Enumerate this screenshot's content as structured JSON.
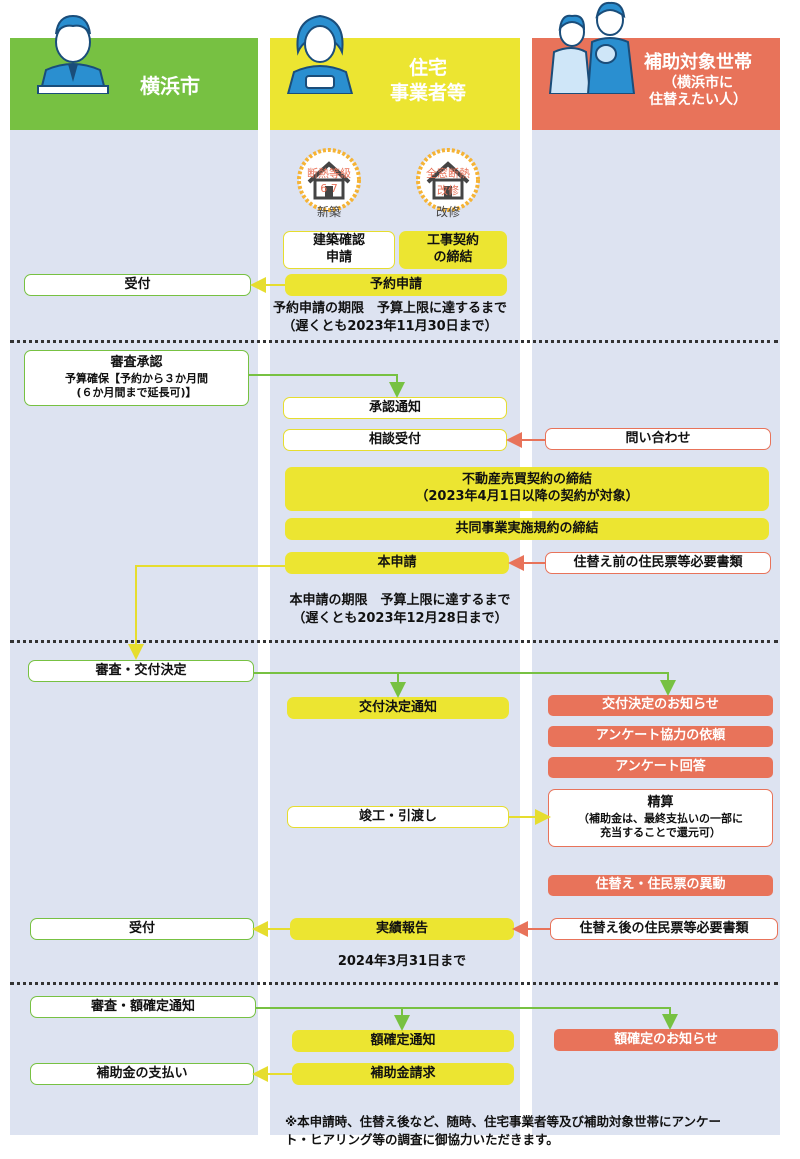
{
  "headers": {
    "city": "横浜市",
    "builder_line1": "住宅",
    "builder_line2": "事業者等",
    "household_line1": "補助対象世帯",
    "household_line2": "（横浜市に",
    "household_line3": "住替えたい人）"
  },
  "badges": {
    "new": {
      "top": "断熱等級",
      "mid": "6  7",
      "caption": "新築"
    },
    "renov": {
      "top": "全窓断熱",
      "mid": "改修",
      "caption": "改修"
    }
  },
  "steps": {
    "building_confirm": "建築確認\n申請",
    "construction_contract": "工事契約\nの締結",
    "reception1": "受付",
    "reservation_apply": "予約申請",
    "reservation_deadline_1": "予約申請の期限　予算上限に達するまで",
    "reservation_deadline_2": "（遅くとも2023年11月30日まで）",
    "review_approve_1": "審査承認",
    "review_approve_2": "予算確保【予約から３か月間",
    "review_approve_3": "(６か月間まで延長可)】",
    "approval_notice": "承認通知",
    "consult_reception": "相談受付",
    "inquiry": "問い合わせ",
    "realestate_contract_1": "不動産売買契約の締結",
    "realestate_contract_2": "（2023年4月1日以降の契約が対象）",
    "joint_rules": "共同事業実施規約の締結",
    "main_apply": "本申請",
    "pre_move_docs": "住替え前の住民票等必要書類",
    "main_deadline_1": "本申請の期限　予算上限に達するまで",
    "main_deadline_2": "（遅くとも2023年12月28日まで）",
    "review_grant": "審査・交付決定",
    "grant_notice": "交付決定通知",
    "grant_info": "交付決定のお知らせ",
    "survey_request": "アンケート協力の依頼",
    "survey_answer": "アンケート回答",
    "completion": "竣工・引渡し",
    "settlement_1": "精算",
    "settlement_2": "（補助金は、最終支払いの一部に",
    "settlement_3": "充当することで還元可）",
    "move_in": "住替え・住民票の異動",
    "reception2": "受付",
    "result_report": "実績報告",
    "post_move_docs": "住替え後の住民票等必要書類",
    "report_deadline": "2024年3月31日まで",
    "review_amount": "審査・額確定通知",
    "amount_notice": "額確定通知",
    "amount_info": "額確定のお知らせ",
    "subsidy_payment": "補助金の支払い",
    "subsidy_claim": "補助金請求"
  },
  "footnote_1": "※本申請時、住替え後など、随時、住宅事業者等及び補助対象世帯にアンケー",
  "footnote_2": "ト・ヒアリング等の調査に御協力いただきます。",
  "colors": {
    "city": "#77c142",
    "builder": "#ece531",
    "household": "#e8735a",
    "lane_bg": "#dde3f1"
  }
}
